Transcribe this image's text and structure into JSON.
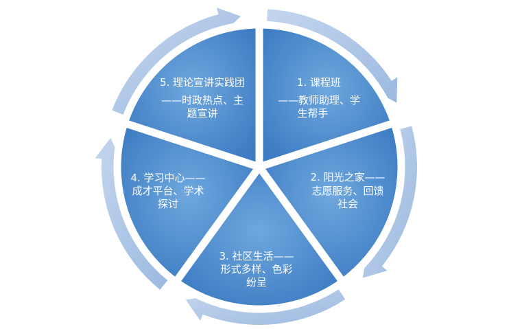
{
  "diagram": {
    "type": "cycle",
    "colors": {
      "slice_light": "#6aa5dc",
      "slice_dark": "#3d7cc4",
      "ring": "#a8c3e5",
      "separator": "#ffffff"
    },
    "segments": [
      {
        "lines": [
          "1. 课程班",
          "——教师助理、学",
          "生帮手"
        ]
      },
      {
        "lines": [
          "2. 阳光之家——",
          "志愿服务、回馈",
          "社会"
        ]
      },
      {
        "lines": [
          "3. 社区生活——",
          "形式多样、色彩",
          "纷呈"
        ]
      },
      {
        "lines": [
          "4. 学习中心——",
          "成才平台、学术",
          "探讨"
        ]
      },
      {
        "lines": [
          "5. 理论宣讲实践团",
          "——时政热点、主",
          "题宣讲"
        ]
      }
    ]
  }
}
